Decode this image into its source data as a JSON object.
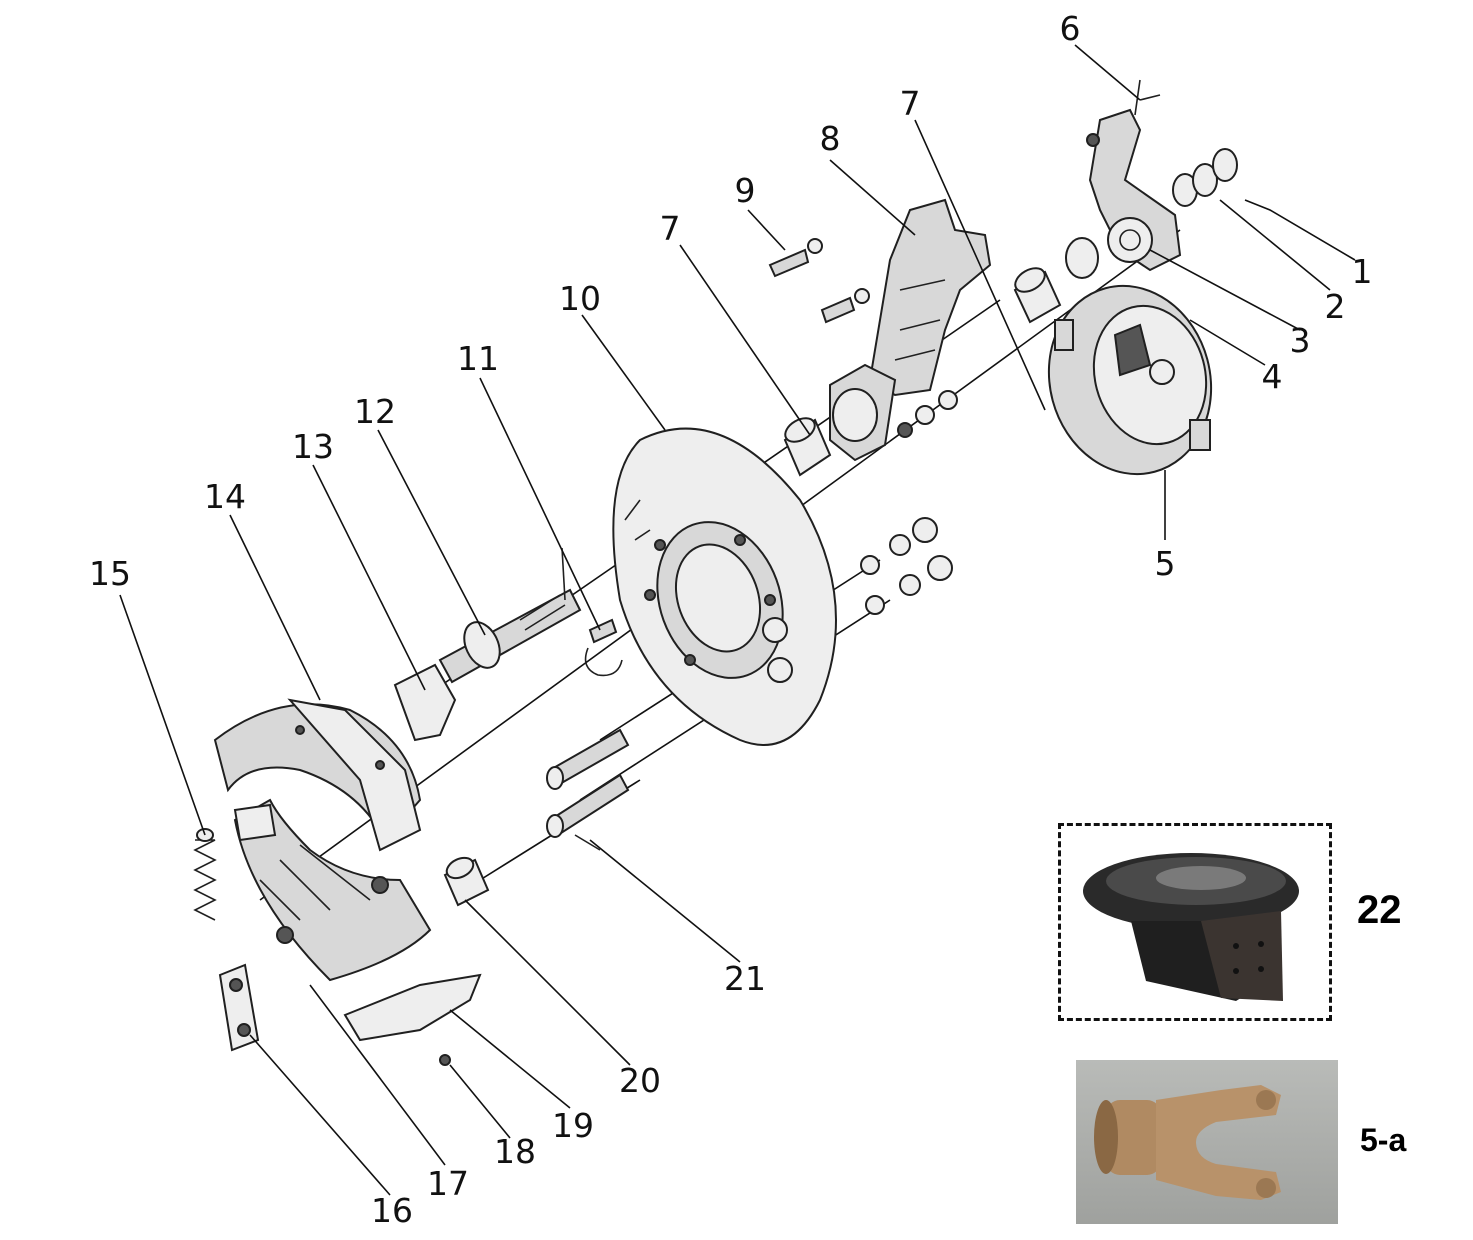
{
  "callouts": [
    "1",
    "2",
    "3",
    "4",
    "5",
    "6",
    "7",
    "7",
    "8",
    "9",
    "10",
    "11",
    "12",
    "13",
    "14",
    "15",
    "16",
    "17",
    "18",
    "19",
    "20",
    "21"
  ],
  "insets": {
    "assembly_label": "22",
    "yoke_label": "5-a"
  },
  "colors": {
    "line": "#202020",
    "metal_light": "#d8d8d8",
    "bronze": "#b08a62"
  }
}
